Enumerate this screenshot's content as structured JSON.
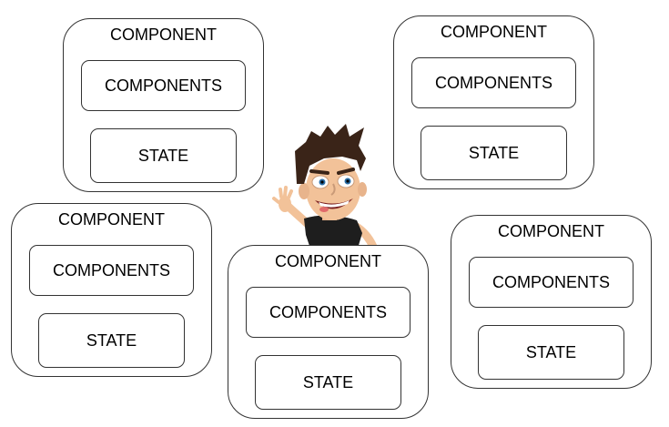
{
  "components": [
    {
      "title": "COMPONENT",
      "children_label": "COMPONENTS",
      "state_label": "STATE"
    },
    {
      "title": "COMPONENT",
      "children_label": "COMPONENTS",
      "state_label": "STATE"
    },
    {
      "title": "COMPONENT",
      "children_label": "COMPONENTS",
      "state_label": "STATE"
    },
    {
      "title": "COMPONENT",
      "children_label": "COMPONENTS",
      "state_label": "STATE"
    },
    {
      "title": "COMPONENT",
      "children_label": "COMPONENTS",
      "state_label": "STATE"
    }
  ],
  "character": {
    "icon": "cartoon-man-waving-icon"
  }
}
